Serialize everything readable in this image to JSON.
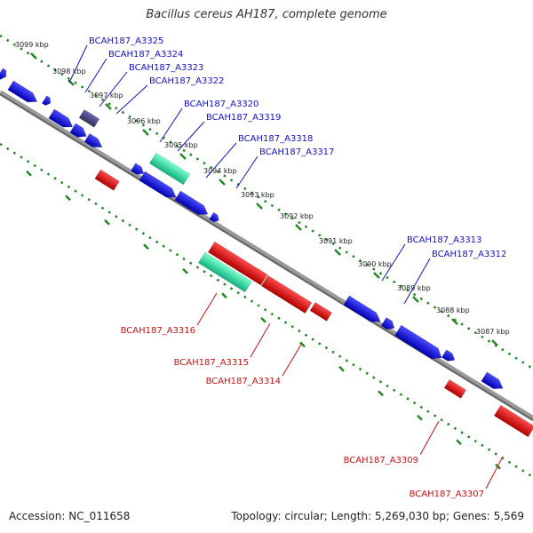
{
  "title": "Bacillus cereus AH187, complete genome",
  "footer": {
    "accession": "Accession: NC_011658",
    "stats": "Topology: circular; Length: 5,269,030 bp; Genes: 5,569"
  },
  "colors": {
    "forward_gene": "#1010e0",
    "reverse_gene": "#e01010",
    "rna_gene": "#20e0a0",
    "pseudo_gene": "#404088",
    "backbone": "#7a7a7a",
    "ticks": "#228822",
    "forward_label": "#1010cc",
    "reverse_label": "#cc1010"
  },
  "ticks": [
    "3099 kbp",
    "3098 kbp",
    "3097 kbp",
    "3096 kbp",
    "3095 kbp",
    "3094 kbp",
    "3093 kbp",
    "3092 kbp",
    "3091 kbp",
    "3090 kbp",
    "3089 kbp",
    "3088 kbp",
    "3087 kbp"
  ],
  "forward_labels": [
    "BCAH187_A3325",
    "BCAH187_A3324",
    "BCAH187_A3323",
    "BCAH187_A3322",
    "BCAH187_A3320",
    "BCAH187_A3319",
    "BCAH187_A3318",
    "BCAH187_A3317",
    "BCAH187_A3313",
    "BCAH187_A3312"
  ],
  "reverse_labels": [
    "BCAH187_A3316",
    "BCAH187_A3315",
    "BCAH187_A3314",
    "BCAH187_A3309",
    "BCAH187_A3307"
  ]
}
